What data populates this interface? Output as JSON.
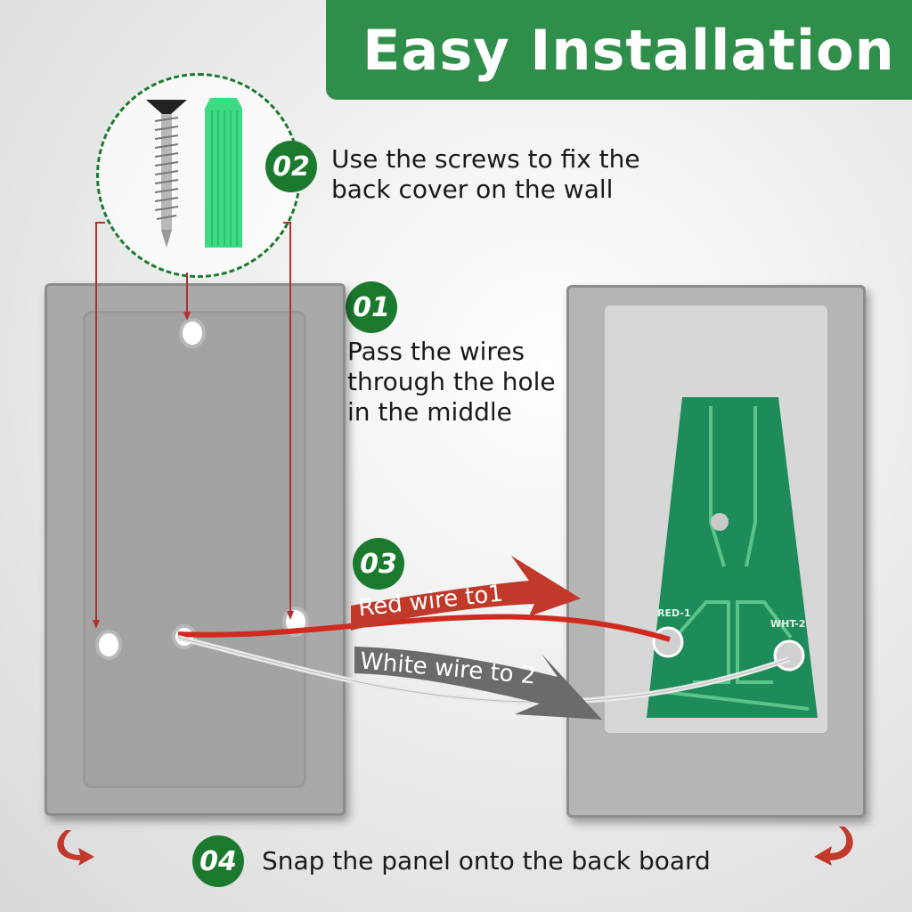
{
  "title": "Easy Installation",
  "colors": {
    "banner_green": "#2f8f4a",
    "badge_green": "#1c7a2e",
    "red_wire": "#c0392b",
    "white_wire_label": "#6b6b6b",
    "anchor_green": "#3ddc84",
    "pcb_green": "#1e8c5a",
    "panel_gray": "#a9a9a9"
  },
  "steps": [
    {
      "number": "01",
      "text_lines": [
        "Pass the wires",
        "through the hole",
        "in the middle"
      ]
    },
    {
      "number": "02",
      "text_lines": [
        "Use the screws to fix the",
        "back cover on the wall"
      ]
    },
    {
      "number": "03",
      "red_label": "Red wire to1",
      "white_label": "White wire to 2"
    },
    {
      "number": "04",
      "text_lines": [
        "Snap the panel onto the back board"
      ]
    }
  ],
  "pcb": {
    "terminal_1_label": "RED-1",
    "terminal_2_label": "WHT-2"
  },
  "icons": [
    "screw-icon",
    "wall-anchor-icon",
    "curved-arrow-left-icon",
    "curved-arrow-right-icon"
  ]
}
